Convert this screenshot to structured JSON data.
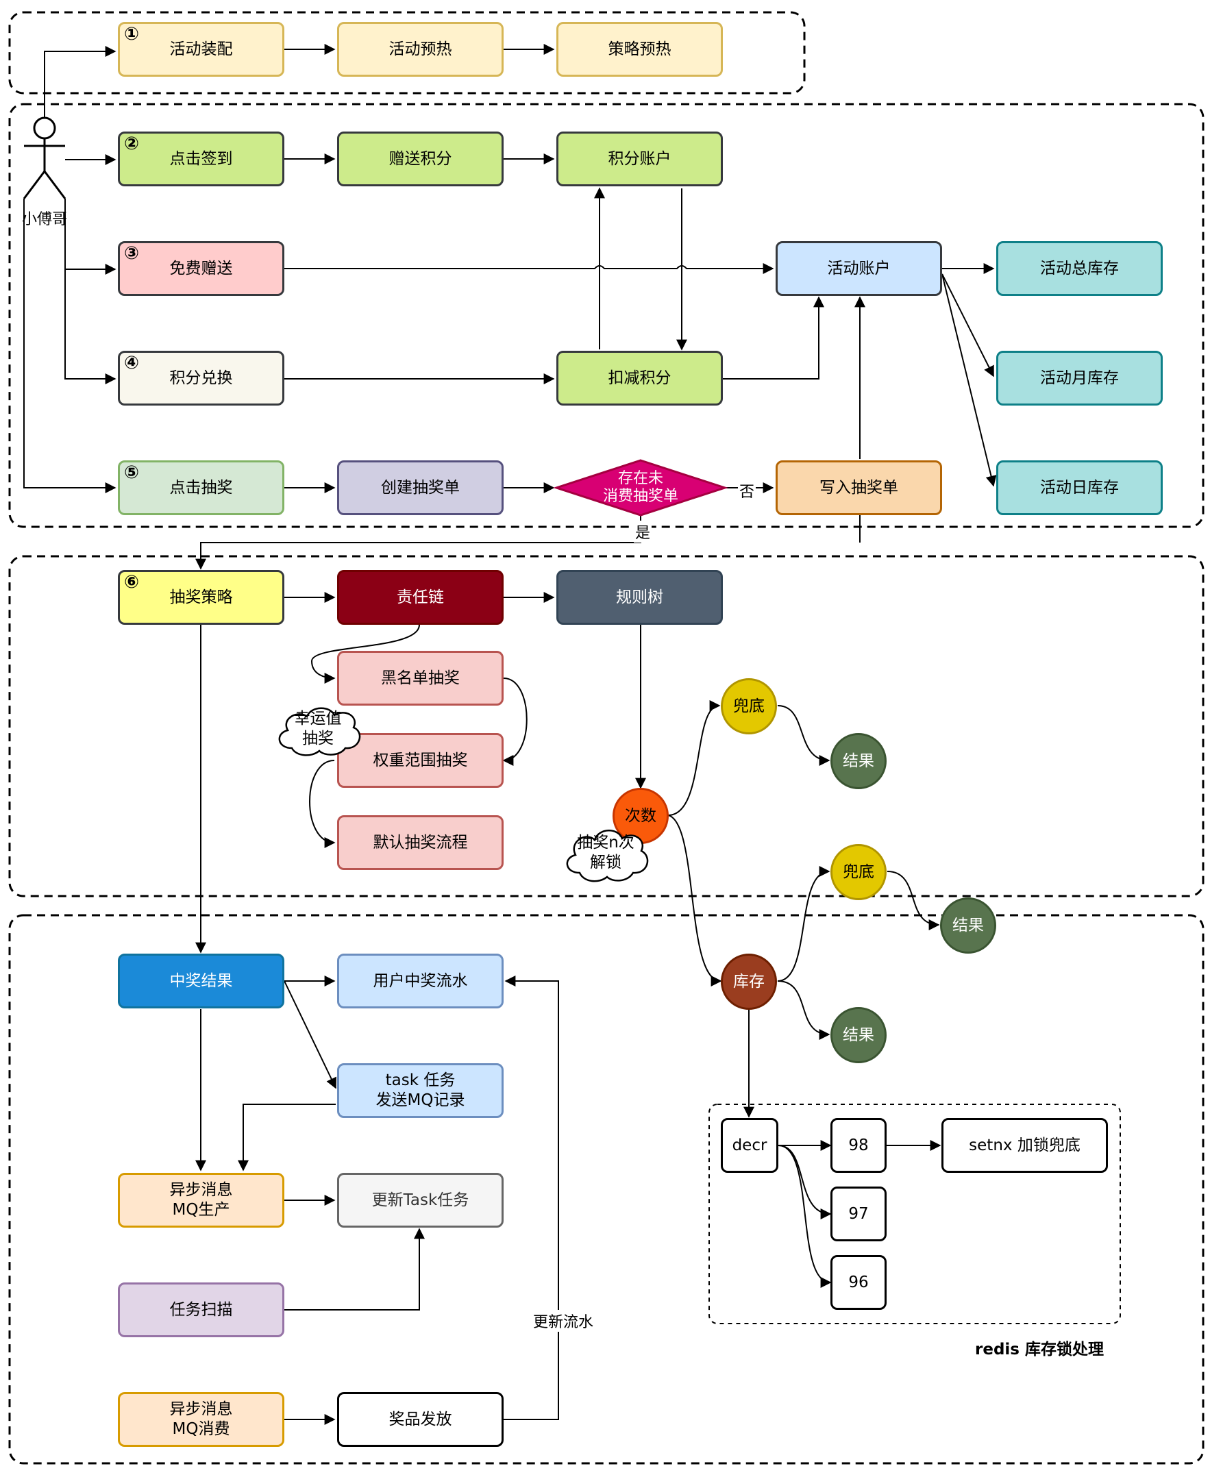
{
  "actor": {
    "name": "小傅哥"
  },
  "steps": {
    "s1": "①",
    "s2": "②",
    "s3": "③",
    "s4": "④",
    "s5": "⑤",
    "s6": "⑥"
  },
  "nodes": {
    "activity_assembly": "活动装配",
    "activity_preheat": "活动预热",
    "strategy_preheat": "策略预热",
    "click_signin": "点击签到",
    "gift_points": "赠送积分",
    "points_account": "积分账户",
    "free_gift": "免费赠送",
    "activity_account": "活动账户",
    "activity_total_stock": "活动总库存",
    "points_exchange": "积分兑换",
    "deduct_points": "扣减积分",
    "activity_month_stock": "活动月库存",
    "click_draw": "点击抽奖",
    "create_order": "创建抽奖单",
    "unconsumed_order": "存在未\n消费抽奖单",
    "write_order": "写入抽奖单",
    "activity_day_stock": "活动日库存",
    "draw_strategy": "抽奖策略",
    "chain": "责任链",
    "rule_tree": "规则树",
    "blacklist_draw": "黑名单抽奖",
    "weight_draw": "权重范围抽奖",
    "default_draw": "默认抽奖流程",
    "lucky_cloud": "幸运值\n抽奖",
    "fallback_1": "兜底",
    "result_1": "结果",
    "count": "次数",
    "unlock_cloud": "抽奖n次\n解锁",
    "fallback_2": "兜底",
    "result_2": "结果",
    "stock": "库存",
    "result_3": "结果",
    "win_result": "中奖结果",
    "user_win_flow": "用户中奖流水",
    "task_mq_record": "task 任务\n发送MQ记录",
    "async_mq_produce": "异步消息\nMQ生产",
    "update_task": "更新Task任务",
    "task_scan": "任务扫描",
    "async_mq_consume": "异步消息\nMQ消费",
    "prize_dispatch": "奖品发放",
    "decr": "decr",
    "v98": "98",
    "v97": "97",
    "v96": "96",
    "setnx": "setnx 加锁兜底"
  },
  "edge_labels": {
    "no": "否",
    "yes": "是",
    "update_flow": "更新流水"
  },
  "group_labels": {
    "redis": "redis 库存锁处理"
  },
  "colors": {
    "yellow_fill": "#fff2cc",
    "yellow_stroke": "#d6b656",
    "green_fill": "#cdeb8b",
    "pink_fill": "#ffcccc",
    "beige_fill": "#f9f7ed",
    "light_green_fill": "#d5e8d4",
    "purple_fill": "#d0cee2",
    "diamond_fill": "#d80073",
    "orange_fill": "#fad7ac",
    "teal_fill": "#a8e0e0",
    "blue_fill": "#cce5ff",
    "bright_yellow_fill": "#ffff88",
    "dark_red_fill": "#8b0015",
    "slate_fill": "#505f70",
    "rose_fill": "#f8cecc",
    "gold_fill": "#e3c800",
    "olive_fill": "#58744e",
    "red_orange_fill": "#fa5a0a",
    "brown_fill": "#9a3d1f",
    "strong_blue_fill": "#1b8ad8",
    "peach_fill": "#ffe6cc",
    "grey_fill": "#f5f5f5",
    "lavender_fill": "#e1d5e7"
  }
}
